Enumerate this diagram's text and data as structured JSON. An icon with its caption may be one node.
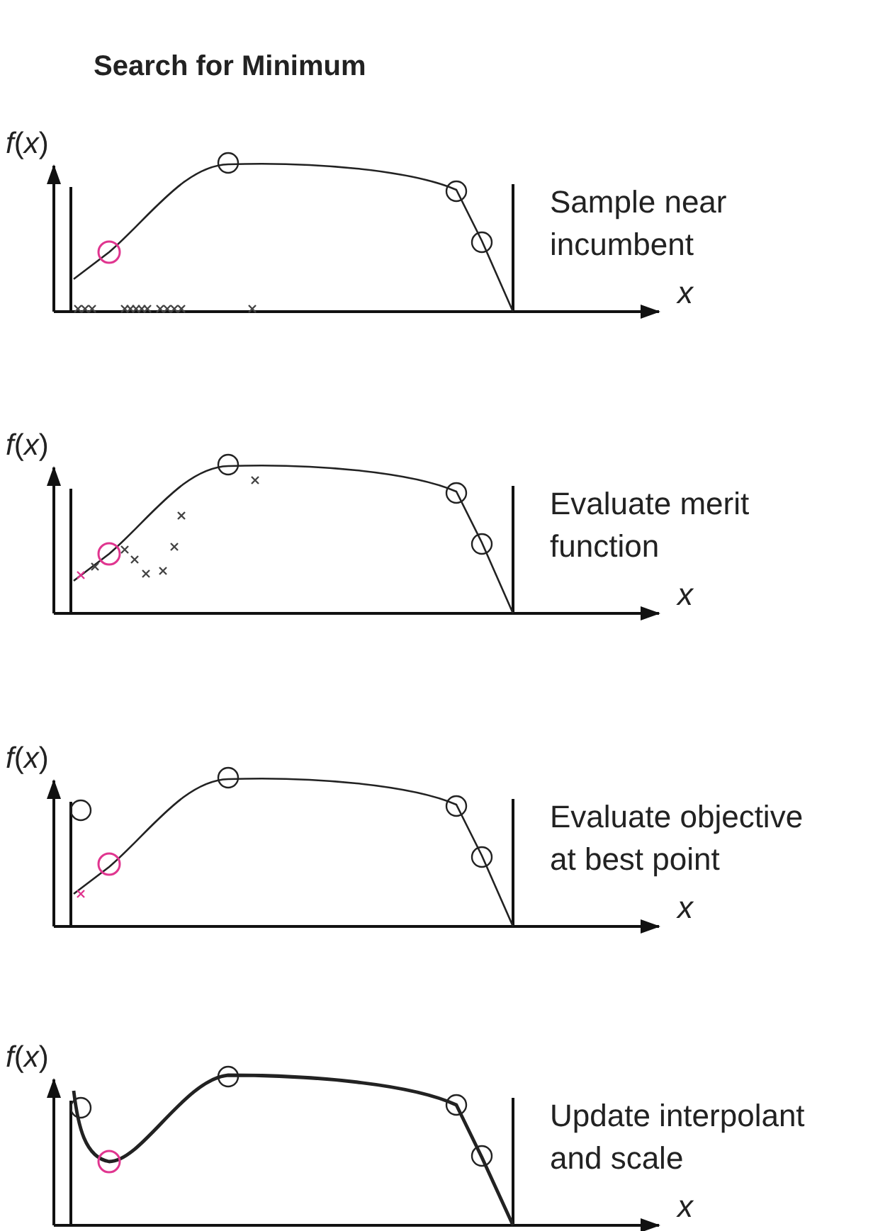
{
  "diagram": {
    "title": "Search for Minimum",
    "labels": [
      "*f*(*x*)",
      "Sample near incumbent",
      "x",
      "*f*(*x*)",
      "Evaluate merit function",
      "x",
      "*f*(*x*)",
      "Evaluate objective at best point",
      "x",
      "*f*(*x*)",
      "Update interpolant and scale",
      "x"
    ]
  }
}
